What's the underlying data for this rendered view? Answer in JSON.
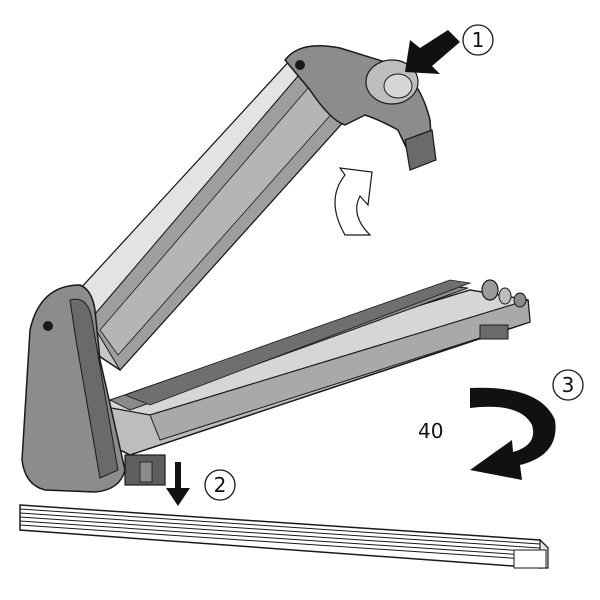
{
  "steps": [
    {
      "label": "1"
    },
    {
      "label": "2"
    },
    {
      "label": "3"
    }
  ],
  "torque_value": "40",
  "colors": {
    "housing": "#8c8c8c",
    "housing_dark": "#6a6a6a",
    "arm_light": "#d6d6d6",
    "arm_mid": "#bdbdbd",
    "arm_dark": "#7a7a7a",
    "outline": "#1a1a1a",
    "arrow": "#111111"
  },
  "icons": [
    "push-arrow-icon",
    "down-arrow-icon",
    "rotate-arrow-icon",
    "curved-open-arrow-icon"
  ]
}
